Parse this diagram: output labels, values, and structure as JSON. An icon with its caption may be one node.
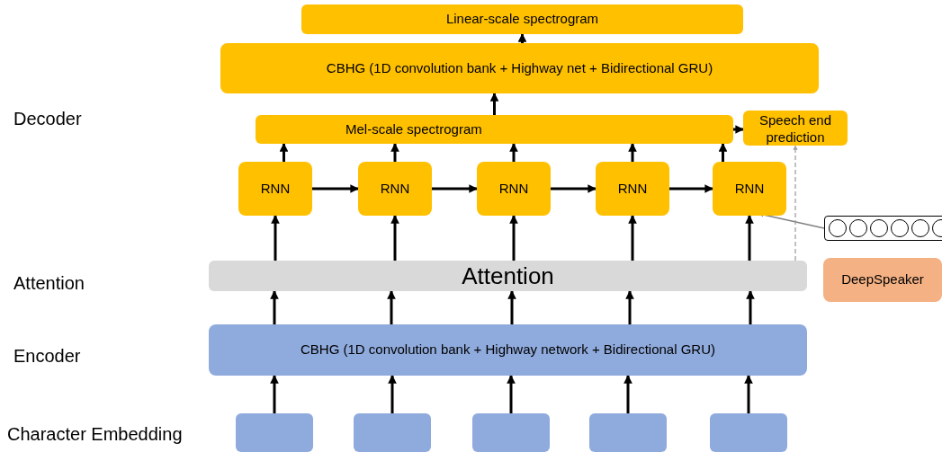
{
  "diagram": {
    "nodes": [
      {
        "text": [
          "Linear-scale spectrogram"
        ]
      },
      {
        "text": [
          "CBHG (1D convolution bank + Highway net + Bidirectional GRU)"
        ]
      },
      {
        "text": [
          "Mel-scale spectrogram"
        ]
      },
      {
        "text": [
          "Speech end prediction"
        ]
      },
      {
        "text": [
          "RNN"
        ]
      },
      {
        "text": [
          "RNN"
        ]
      },
      {
        "text": [
          "RNN"
        ]
      },
      {
        "text": [
          "RNN"
        ]
      },
      {
        "text": [
          "RNN"
        ]
      },
      {
        "text": [
          "Attention"
        ]
      },
      {
        "text": [
          "CBHG (1D convolution bank + Highway network + Bidirectional GRU)"
        ]
      },
      {
        "text": [],
        "shape": "box"
      },
      {
        "text": [],
        "shape": "box"
      },
      {
        "text": [],
        "shape": "box"
      },
      {
        "text": [],
        "shape": "box"
      },
      {
        "text": [],
        "shape": "box"
      },
      {
        "text": [],
        "shape": "vector"
      },
      {
        "text": [
          "DeepSpeaker"
        ]
      }
    ],
    "edges": [
      {
        "from": 1,
        "to": 0,
        "arrow": "to"
      },
      {
        "from": 2,
        "to": 1,
        "arrow": "to"
      },
      {
        "from": 2,
        "to": 3,
        "arrow": "to"
      },
      {
        "from": 4,
        "to": 2,
        "arrow": "to"
      },
      {
        "from": 5,
        "to": 2,
        "arrow": "to"
      },
      {
        "from": 6,
        "to": 2,
        "arrow": "to"
      },
      {
        "from": 7,
        "to": 2,
        "arrow": "to"
      },
      {
        "from": 8,
        "to": 2,
        "arrow": "to"
      },
      {
        "from": 4,
        "to": 5,
        "arrow": "to"
      },
      {
        "from": 5,
        "to": 6,
        "arrow": "to"
      },
      {
        "from": 6,
        "to": 7,
        "arrow": "to"
      },
      {
        "from": 7,
        "to": 8,
        "arrow": "to"
      },
      {
        "from": 16,
        "to": 8,
        "arrow": "to",
        "color": "#808080"
      },
      {
        "from": 9,
        "to": 3,
        "arrow": "to",
        "style": "dashed",
        "color": "#a0a0a0"
      },
      {
        "from": 9,
        "to": 4,
        "arrow": "to"
      },
      {
        "from": 9,
        "to": 5,
        "arrow": "to"
      },
      {
        "from": 9,
        "to": 6,
        "arrow": "to"
      },
      {
        "from": 9,
        "to": 7,
        "arrow": "to"
      },
      {
        "from": 9,
        "to": 8,
        "arrow": "to"
      },
      {
        "from": 10,
        "to": 9,
        "arrow": "to"
      },
      {
        "from": 10,
        "to": 9,
        "arrow": "to"
      },
      {
        "from": 10,
        "to": 9,
        "arrow": "to"
      },
      {
        "from": 10,
        "to": 9,
        "arrow": "to"
      },
      {
        "from": 10,
        "to": 9,
        "arrow": "to"
      },
      {
        "from": 11,
        "to": 10,
        "arrow": "to"
      },
      {
        "from": 12,
        "to": 10,
        "arrow": "to"
      },
      {
        "from": 13,
        "to": 10,
        "arrow": "to"
      },
      {
        "from": 14,
        "to": 10,
        "arrow": "to"
      },
      {
        "from": 15,
        "to": 10,
        "arrow": "to"
      }
    ],
    "labels": [
      "Decoder",
      "Attention",
      "Encoder",
      "Character Embedding"
    ]
  }
}
